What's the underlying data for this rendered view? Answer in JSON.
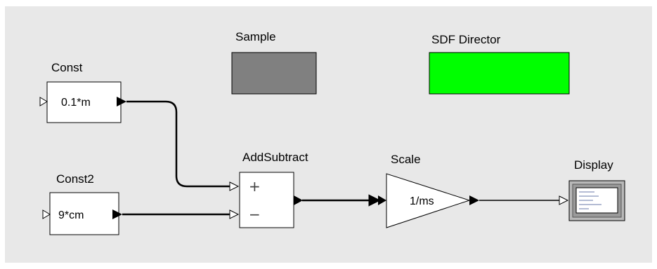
{
  "colors": {
    "canvas_bg": "#e8e8e8",
    "sample_fill": "#808080",
    "director_fill": "#00ff00"
  },
  "actors": {
    "sample": {
      "label": "Sample"
    },
    "director": {
      "label": "SDF Director"
    },
    "const": {
      "label": "Const",
      "value": "0.1*m"
    },
    "const2": {
      "label": "Const2",
      "value": "9*cm"
    },
    "add_subtract": {
      "label": "AddSubtract",
      "plus": "+",
      "minus": "−"
    },
    "scale": {
      "label": "Scale",
      "value": "1/ms"
    },
    "display": {
      "label": "Display"
    }
  }
}
